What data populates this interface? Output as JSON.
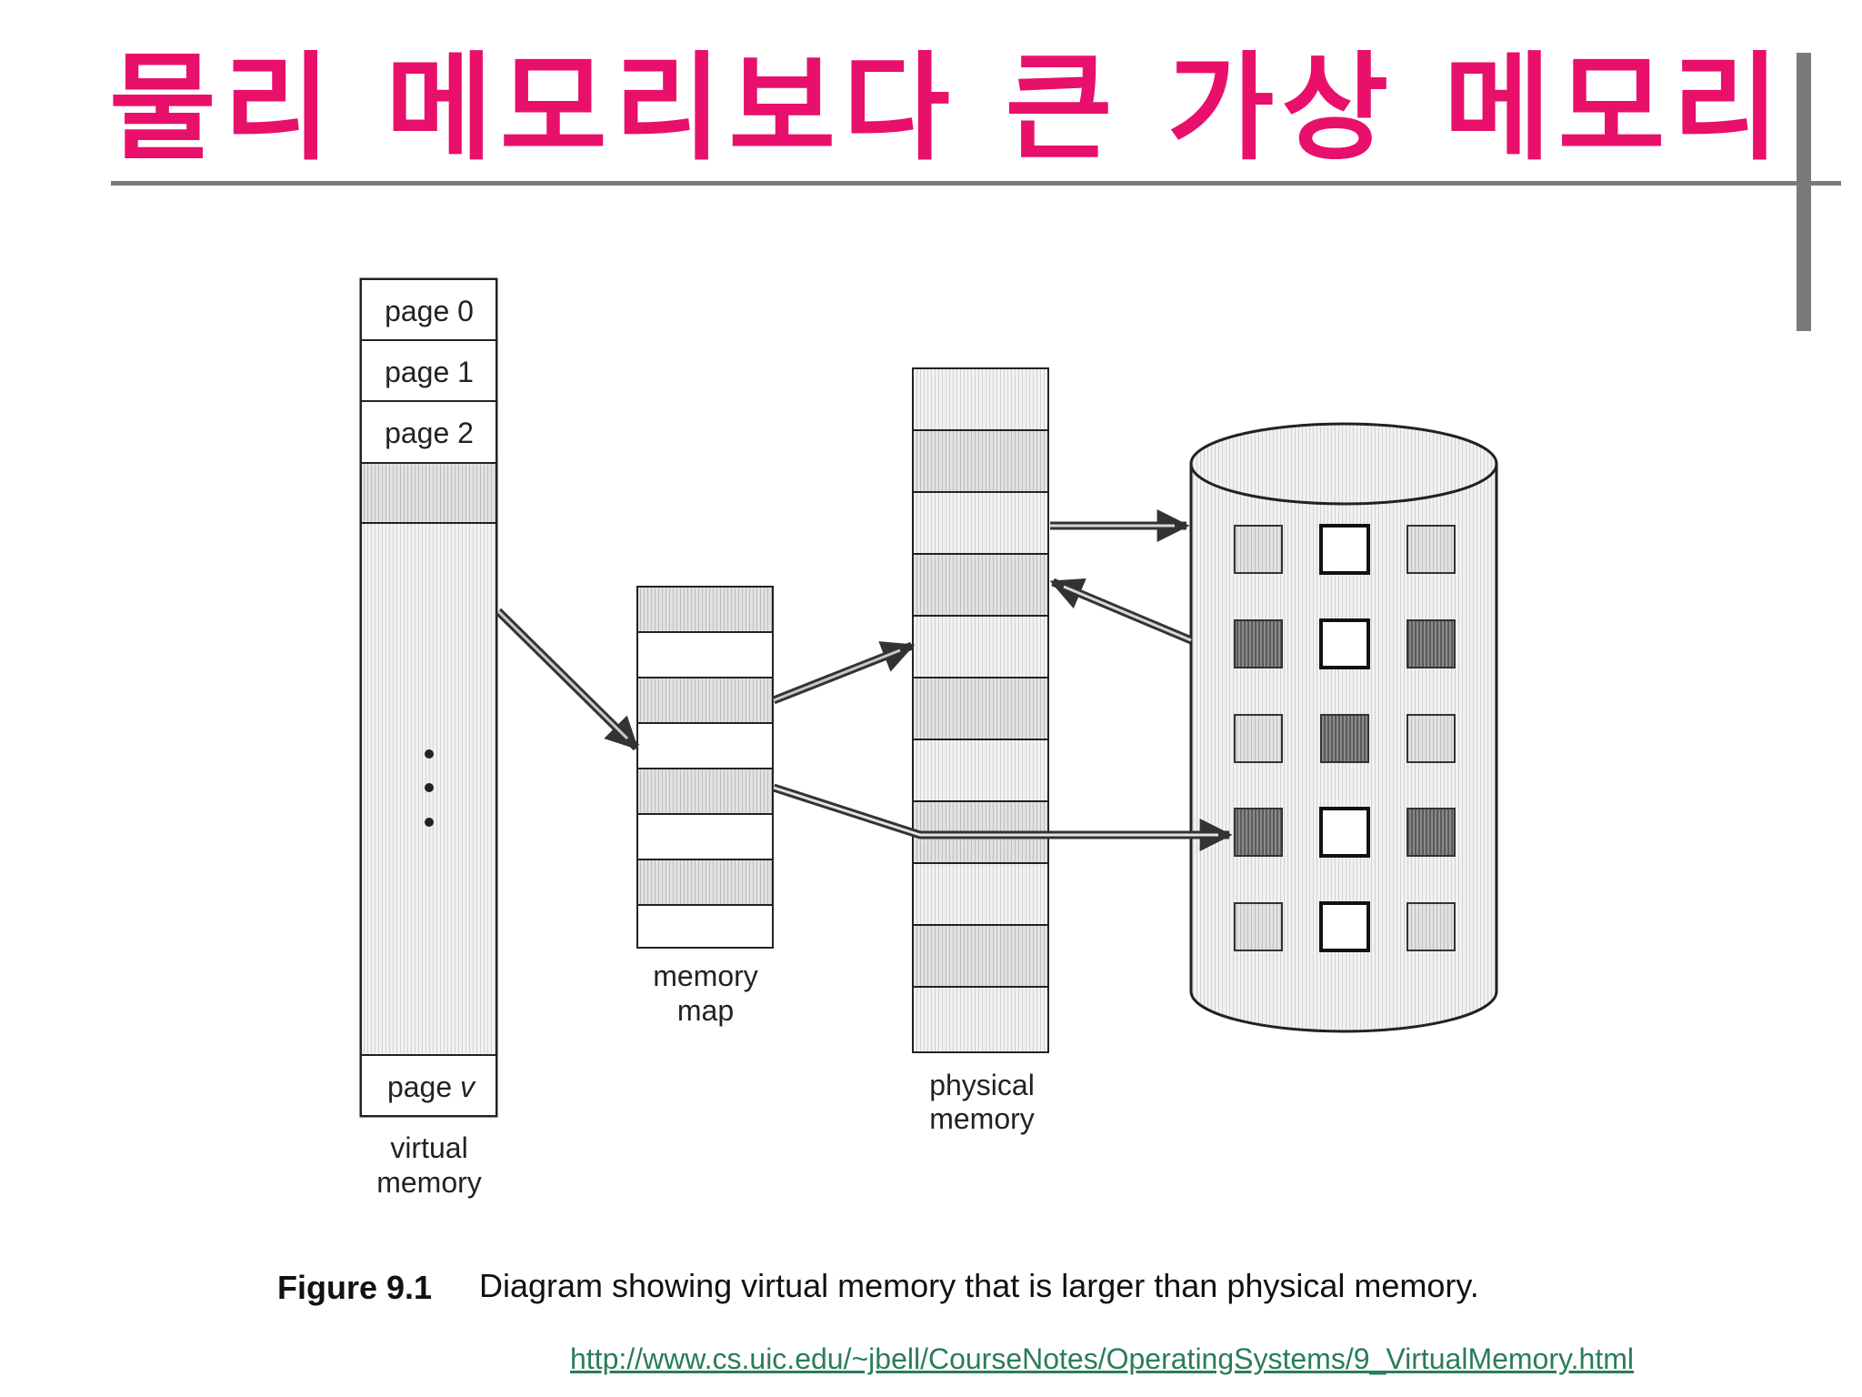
{
  "slide": {
    "title": "물리 메모리보다 큰 가상 메모리",
    "title_color": "#e8106b",
    "source_url": "http://www.cs.uic.edu/~jbell/CourseNotes/OperatingSystems/9_VirtualMemory.html"
  },
  "diagram": {
    "virtual_memory": {
      "pages": [
        "page 0",
        "page 1",
        "page 2"
      ],
      "last_page_prefix": "page ",
      "last_page_var": "v",
      "label_line1": "virtual",
      "label_line2": "memory"
    },
    "memory_map": {
      "label_line1": "memory",
      "label_line2": "map"
    },
    "physical_memory": {
      "label_line1": "physical",
      "label_line2": "memory"
    },
    "caption": {
      "number": "Figure 9.1",
      "text": "Diagram showing virtual memory that is larger than physical memory."
    }
  }
}
